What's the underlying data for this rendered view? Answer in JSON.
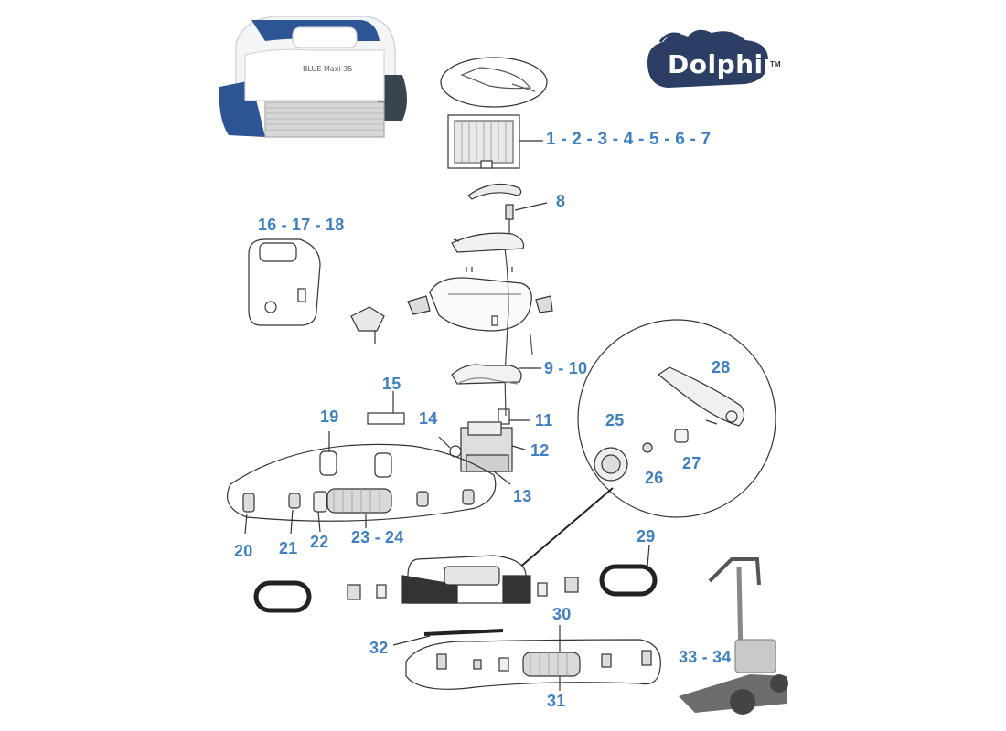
{
  "brand": {
    "name": "Dolphin",
    "trademark": "TM",
    "model_label": "BLUE Maxi 35"
  },
  "colors": {
    "callout": "#3d7fc1",
    "brand_navy": "#2c3e63",
    "robot_blue": "#2d5596",
    "line": "#333333"
  },
  "callouts": {
    "c1": "1 - 2 - 3 - 4 - 5 - 6 - 7",
    "c8": "8",
    "c16": "16 - 17 - 18",
    "c9": "9 - 10",
    "c15": "15",
    "c11": "11",
    "c19": "19",
    "c14": "14",
    "c12": "12",
    "c13": "13",
    "c20": "20",
    "c21": "21",
    "c22": "22",
    "c23": "23 - 24",
    "c28": "28",
    "c25": "25",
    "c26": "26",
    "c27": "27",
    "c29": "29",
    "c30": "30",
    "c32": "32",
    "c33": "33 - 34",
    "c31": "31"
  }
}
